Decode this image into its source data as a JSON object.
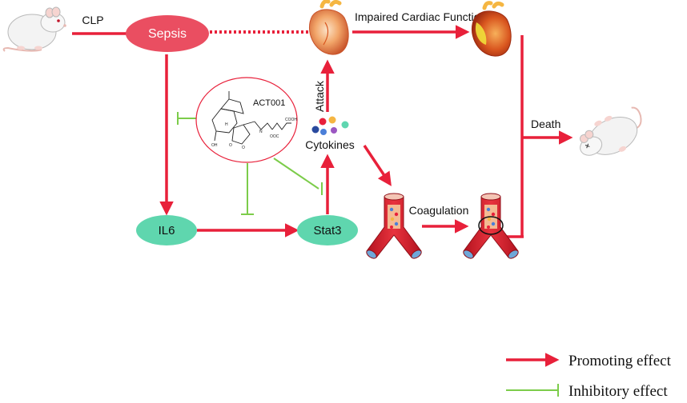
{
  "nodes": {
    "sepsis": "Sepsis",
    "il6": "IL6",
    "stat3": "Stat3",
    "cytokines": "Cytokines",
    "drug": "ACT001"
  },
  "edge_labels": {
    "clp": "CLP",
    "impaired": "Impaired Cardiac Function",
    "attack": "Attack",
    "coagulation": "Coagulation",
    "death": "Death"
  },
  "chem_labels": {
    "cooh": "COOH",
    "ooc": "OOC",
    "oh": "OH",
    "n": "N",
    "o1": "O",
    "o2": "O",
    "h": "H"
  },
  "legend": {
    "promoting": "Promoting effect",
    "inhibitory": "Inhibitory effect"
  },
  "colors": {
    "promote": "#e8203a",
    "inhibit": "#7ccc4a",
    "sepsis_fill": "#ea4e61",
    "teal_fill": "#5fd6ae",
    "drug_border": "#e8203a",
    "cytokine_dots": [
      "#2a4a9e",
      "#e8203a",
      "#f5b642",
      "#4b7fd8",
      "#5fd6b0",
      "#9b57c2",
      "#2a4a9e"
    ]
  },
  "icons": [
    "rat-icon",
    "heart-icon",
    "blood-vessel-icon",
    "dead-rat-icon",
    "cytokine-dots-icon",
    "molecule-icon"
  ]
}
